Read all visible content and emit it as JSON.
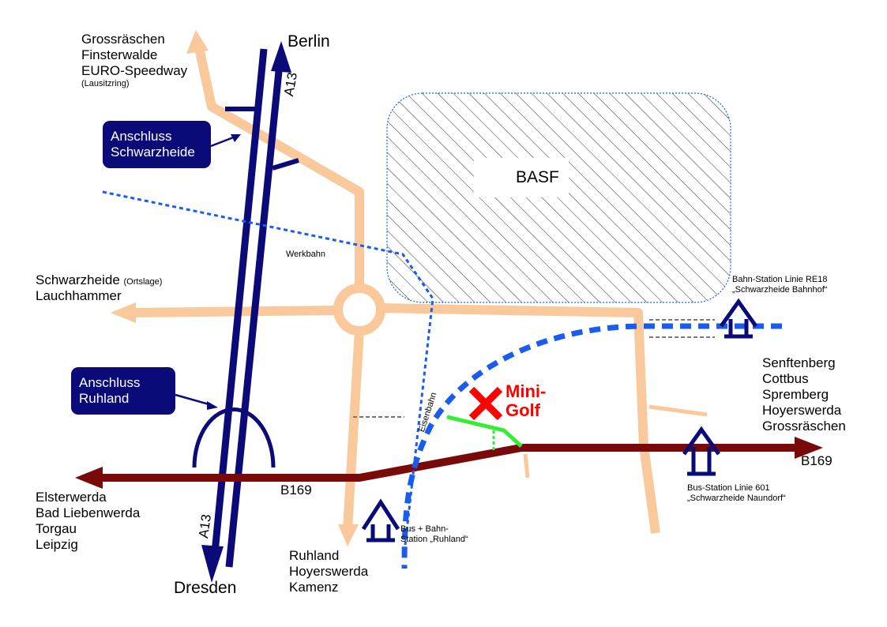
{
  "colors": {
    "road": "#f9c89b",
    "motorway": "#0a0a78",
    "b169": "#7a0a0a",
    "rail": "#1a5cf0",
    "golf_path": "#33ee33",
    "minigolf": "#ff0000"
  },
  "destinations": {
    "north_west": [
      "Grossräschen",
      "Finsterwalde",
      "EURO-Speedway"
    ],
    "north_west_note": "(Lausitzring)",
    "berlin": "Berlin",
    "dresden": "Dresden",
    "west_1": "Schwarzheide",
    "west_1_note": "(Ortslage)",
    "west_2": "Lauchhammer",
    "east": [
      "Senftenberg",
      "Cottbus",
      "Spremberg",
      "Hoyerswerda",
      "Grossräschen"
    ],
    "south_west": [
      "Elsterwerda",
      "Bad Liebenwerda",
      "Torgau",
      "Leipzig"
    ],
    "south": [
      "Ruhland",
      "Hoyerswerda",
      "Kamenz"
    ]
  },
  "roads": {
    "a13_top": "A13",
    "a13_bottom": "A13",
    "b169_west": "B169",
    "b169_east": "B169"
  },
  "junctions": {
    "schwarzheide": [
      "Anschluss",
      "Schwarzheide"
    ],
    "ruhland": [
      "Anschluss",
      "Ruhland"
    ]
  },
  "areas": {
    "basf": "BASF"
  },
  "rail": {
    "werkbahn": "Werkbahn",
    "eisenbahn": "Eisenbahn"
  },
  "stations": {
    "bahn": [
      "Bahn-Station Linie RE18",
      "„Schwarzheide Bahnhof“"
    ],
    "bus": [
      "Bus-Station Linie 601",
      "„Schwarzheide  Naundorf“"
    ],
    "ruhland": [
      "Bus + Bahn-",
      "Station „Ruhland“"
    ]
  },
  "minigolf": [
    "Mini-",
    "Golf"
  ]
}
